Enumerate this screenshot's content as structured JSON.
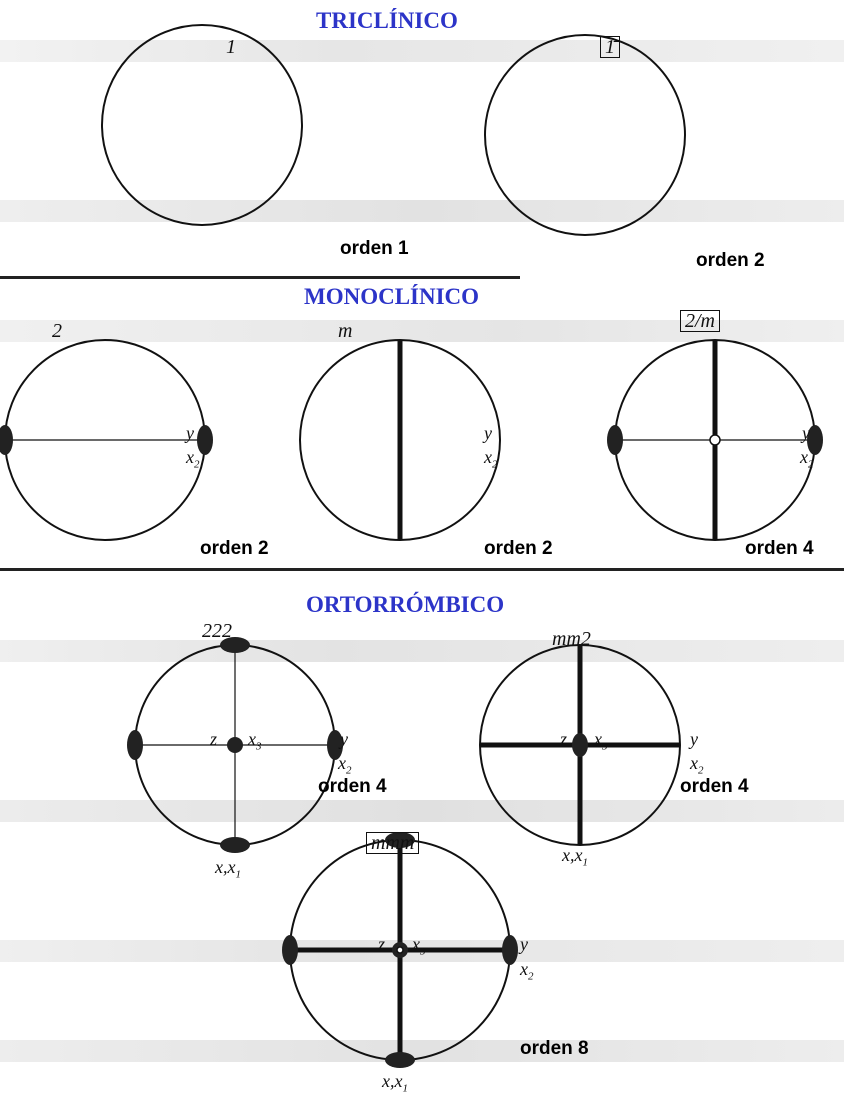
{
  "headings": {
    "triclinic": "TRICLÍNICO",
    "monoclinic": "MONOCLÍNICO",
    "orthorhombic": "ORTORRÓMBICO"
  },
  "diagrams": [
    {
      "id": "tri-1",
      "symbol": "1",
      "boxed": false,
      "order": "orden 1"
    },
    {
      "id": "tri-1bar",
      "symbol": "1̄",
      "boxed": true,
      "order": "orden 2"
    },
    {
      "id": "mono-2",
      "symbol": "2",
      "boxed": false,
      "order": "orden 2",
      "y": "y",
      "x": "x",
      "xsub": "2"
    },
    {
      "id": "mono-m",
      "symbol": "m",
      "boxed": false,
      "order": "orden 2",
      "y": "y",
      "x": "x",
      "xsub": "2"
    },
    {
      "id": "mono-2m",
      "symbol": "2/m",
      "boxed": true,
      "order": "orden 4",
      "y": "y",
      "x": "x",
      "xsub": "2"
    },
    {
      "id": "ortho-222",
      "symbol": "222",
      "boxed": false,
      "order": "orden 4",
      "z": "z",
      "x3": "x",
      "x3sub": "3",
      "y": "y",
      "x2": "x",
      "x2sub": "2",
      "bottom": "x,x",
      "bottomsub": "1"
    },
    {
      "id": "ortho-mm2",
      "symbol": "mm2",
      "boxed": false,
      "order": "orden 4",
      "z": "z",
      "x3": "x",
      "x3sub": "3",
      "y": "y",
      "x2": "x",
      "x2sub": "2",
      "bottom": "x,x",
      "bottomsub": "1"
    },
    {
      "id": "ortho-mmm",
      "symbol": "mmm",
      "boxed": true,
      "order": "orden 8",
      "z": "z",
      "x3": "x",
      "x3sub": "3",
      "y": "y",
      "x2": "x",
      "x2sub": "2",
      "bottom": "x,x",
      "bottomsub": "1"
    }
  ]
}
